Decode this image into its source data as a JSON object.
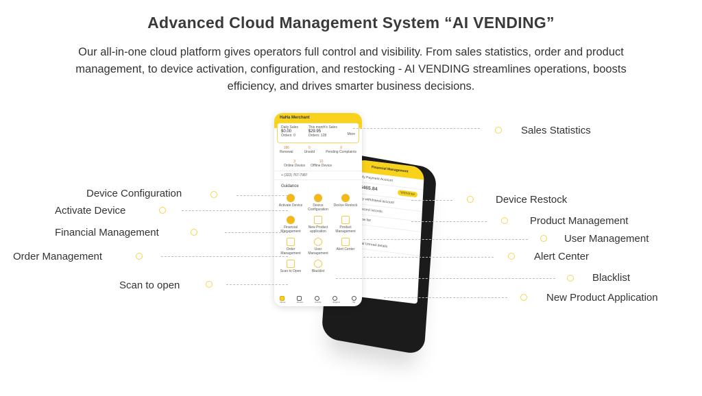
{
  "title": "Advanced Cloud Management System “AI VENDING”",
  "description": "Our all-in-one cloud platform gives operators full control and visibility. From sales statistics, order and product management, to device activation, configuration, and restocking - AI VENDING streamlines operations, boosts efficiency, and drives smarter business decisions.",
  "left_labels": [
    "Device Configuration",
    "Activate Device",
    "Financial Management",
    "Order Management",
    "Scan to open"
  ],
  "right_labels": [
    "Sales Statistics",
    "Device Restock",
    "Product Management",
    "User Management",
    "Alert Center",
    "Blacklist",
    "New Product Application"
  ],
  "front_phone": {
    "header": "HaHa Merchant",
    "daily_sales_label": "Daily Sales",
    "daily_sales": "$0.00",
    "daily_orders": "Orders: 0",
    "month_sales_label": "This month's Sales",
    "month_sales": "$29.95",
    "month_orders": "Orders: 128",
    "more": "More",
    "stats": [
      {
        "v": "186",
        "l": "Renewal"
      },
      {
        "v": "0",
        "l": "Unsold"
      },
      {
        "v": "0",
        "l": "Pending Complaints"
      }
    ],
    "devices": [
      {
        "v": "3",
        "l": "Online Device"
      },
      {
        "v": "10",
        "l": "Offline Device"
      }
    ],
    "phone": "+ (323) 767-7987",
    "guidance": "Guidance",
    "grid": [
      "Activate Device",
      "Device Configuration",
      "Device Restock",
      "Financial Management",
      "New Product application",
      "Product Management",
      "Order Management",
      "User Management",
      "Alert Center",
      "Scan to Open",
      "Blacklist"
    ],
    "nav": [
      "Home",
      "Device",
      "Activity",
      "Support",
      "My"
    ]
  },
  "back_phone": {
    "header": "Financial Management",
    "account_label": "My Payment Account",
    "balance": "$465.84",
    "withdraw": "Withdraw",
    "rows": [
      "My withdrawal account",
      "Record records",
      "Flow list",
      "Total Unread details"
    ]
  }
}
